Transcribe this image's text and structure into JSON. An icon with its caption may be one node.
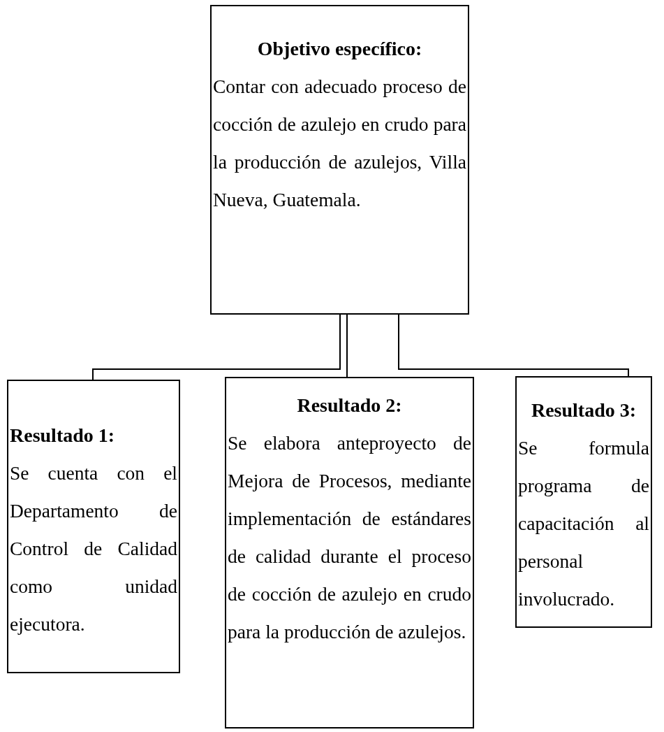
{
  "diagram": {
    "nodes": [
      {
        "text": [
          "Objetivo específico:",
          "Contar con adecuado proceso de cocción de azulejo en crudo para la producción de azulejos, Villa Nueva, Guatemala."
        ]
      },
      {
        "text": [
          "Resultado 1:",
          "Se cuenta con el Departamento de Control de Calidad como unidad ejecutora."
        ]
      },
      {
        "text": [
          "Resultado 2:",
          "Se elabora anteproyecto de Mejora de Procesos, mediante implementación de estándares de calidad durante el proceso de cocción de azulejo en crudo para la producción de azulejos."
        ]
      },
      {
        "text": [
          "Resultado 3:",
          "Se formula programa de capacitación al personal involucrado."
        ]
      }
    ],
    "edges": [
      {
        "from": 0,
        "to": 1,
        "arrow": "none"
      },
      {
        "from": 0,
        "to": 2,
        "arrow": "none"
      },
      {
        "from": 0,
        "to": 3,
        "arrow": "none"
      }
    ]
  }
}
